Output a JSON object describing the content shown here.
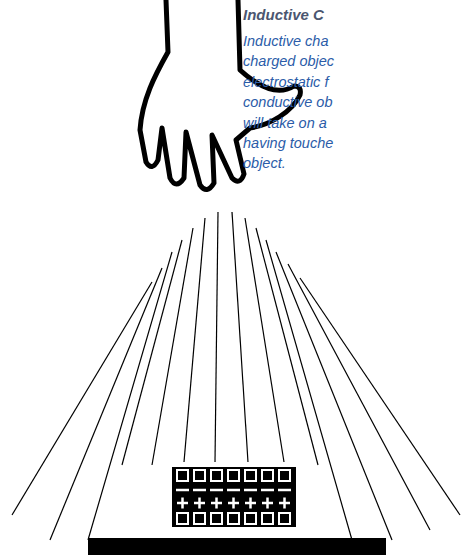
{
  "diagram": {
    "title": "Inductive C",
    "labels": [
      "Inductive cha",
      "charged objec",
      "electrostatic f",
      "conductive ob",
      "will take on a",
      "having touche",
      "object."
    ]
  }
}
